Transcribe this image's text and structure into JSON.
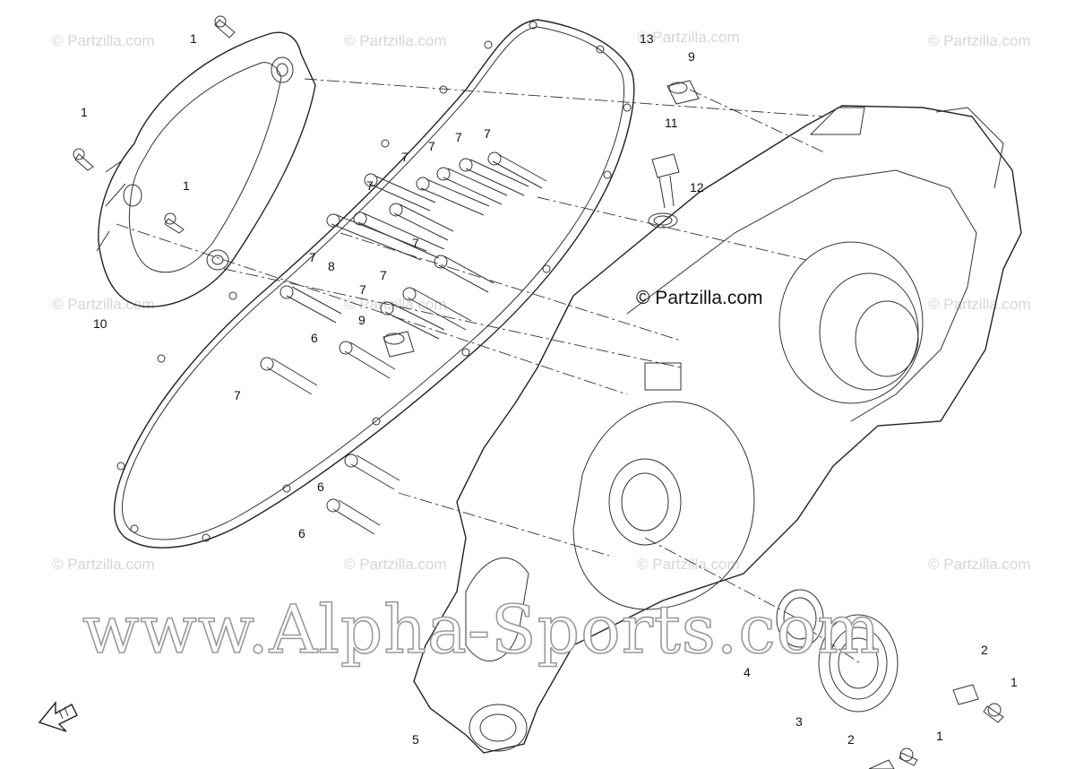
{
  "watermarks": {
    "partzilla": "© Partzilla.com",
    "brand_label": "© Partzilla.com",
    "site": "www.Alpha-Sports.com"
  },
  "callouts": [
    {
      "text": "1"
    },
    {
      "text": "1"
    },
    {
      "text": "1"
    },
    {
      "text": "1"
    },
    {
      "text": "1"
    },
    {
      "text": "2"
    },
    {
      "text": "2"
    },
    {
      "text": "3"
    },
    {
      "text": "4"
    },
    {
      "text": "5"
    },
    {
      "text": "6"
    },
    {
      "text": "6"
    },
    {
      "text": "6"
    },
    {
      "text": "7"
    },
    {
      "text": "7"
    },
    {
      "text": "7"
    },
    {
      "text": "7"
    },
    {
      "text": "7"
    },
    {
      "text": "7"
    },
    {
      "text": "7"
    },
    {
      "text": "7"
    },
    {
      "text": "7"
    },
    {
      "text": "7"
    },
    {
      "text": "8"
    },
    {
      "text": "9"
    },
    {
      "text": "9"
    },
    {
      "text": "10"
    },
    {
      "text": "11"
    },
    {
      "text": "12"
    },
    {
      "text": "13"
    }
  ],
  "icons": {
    "front_arrow": "front-direction-arrow-icon"
  }
}
